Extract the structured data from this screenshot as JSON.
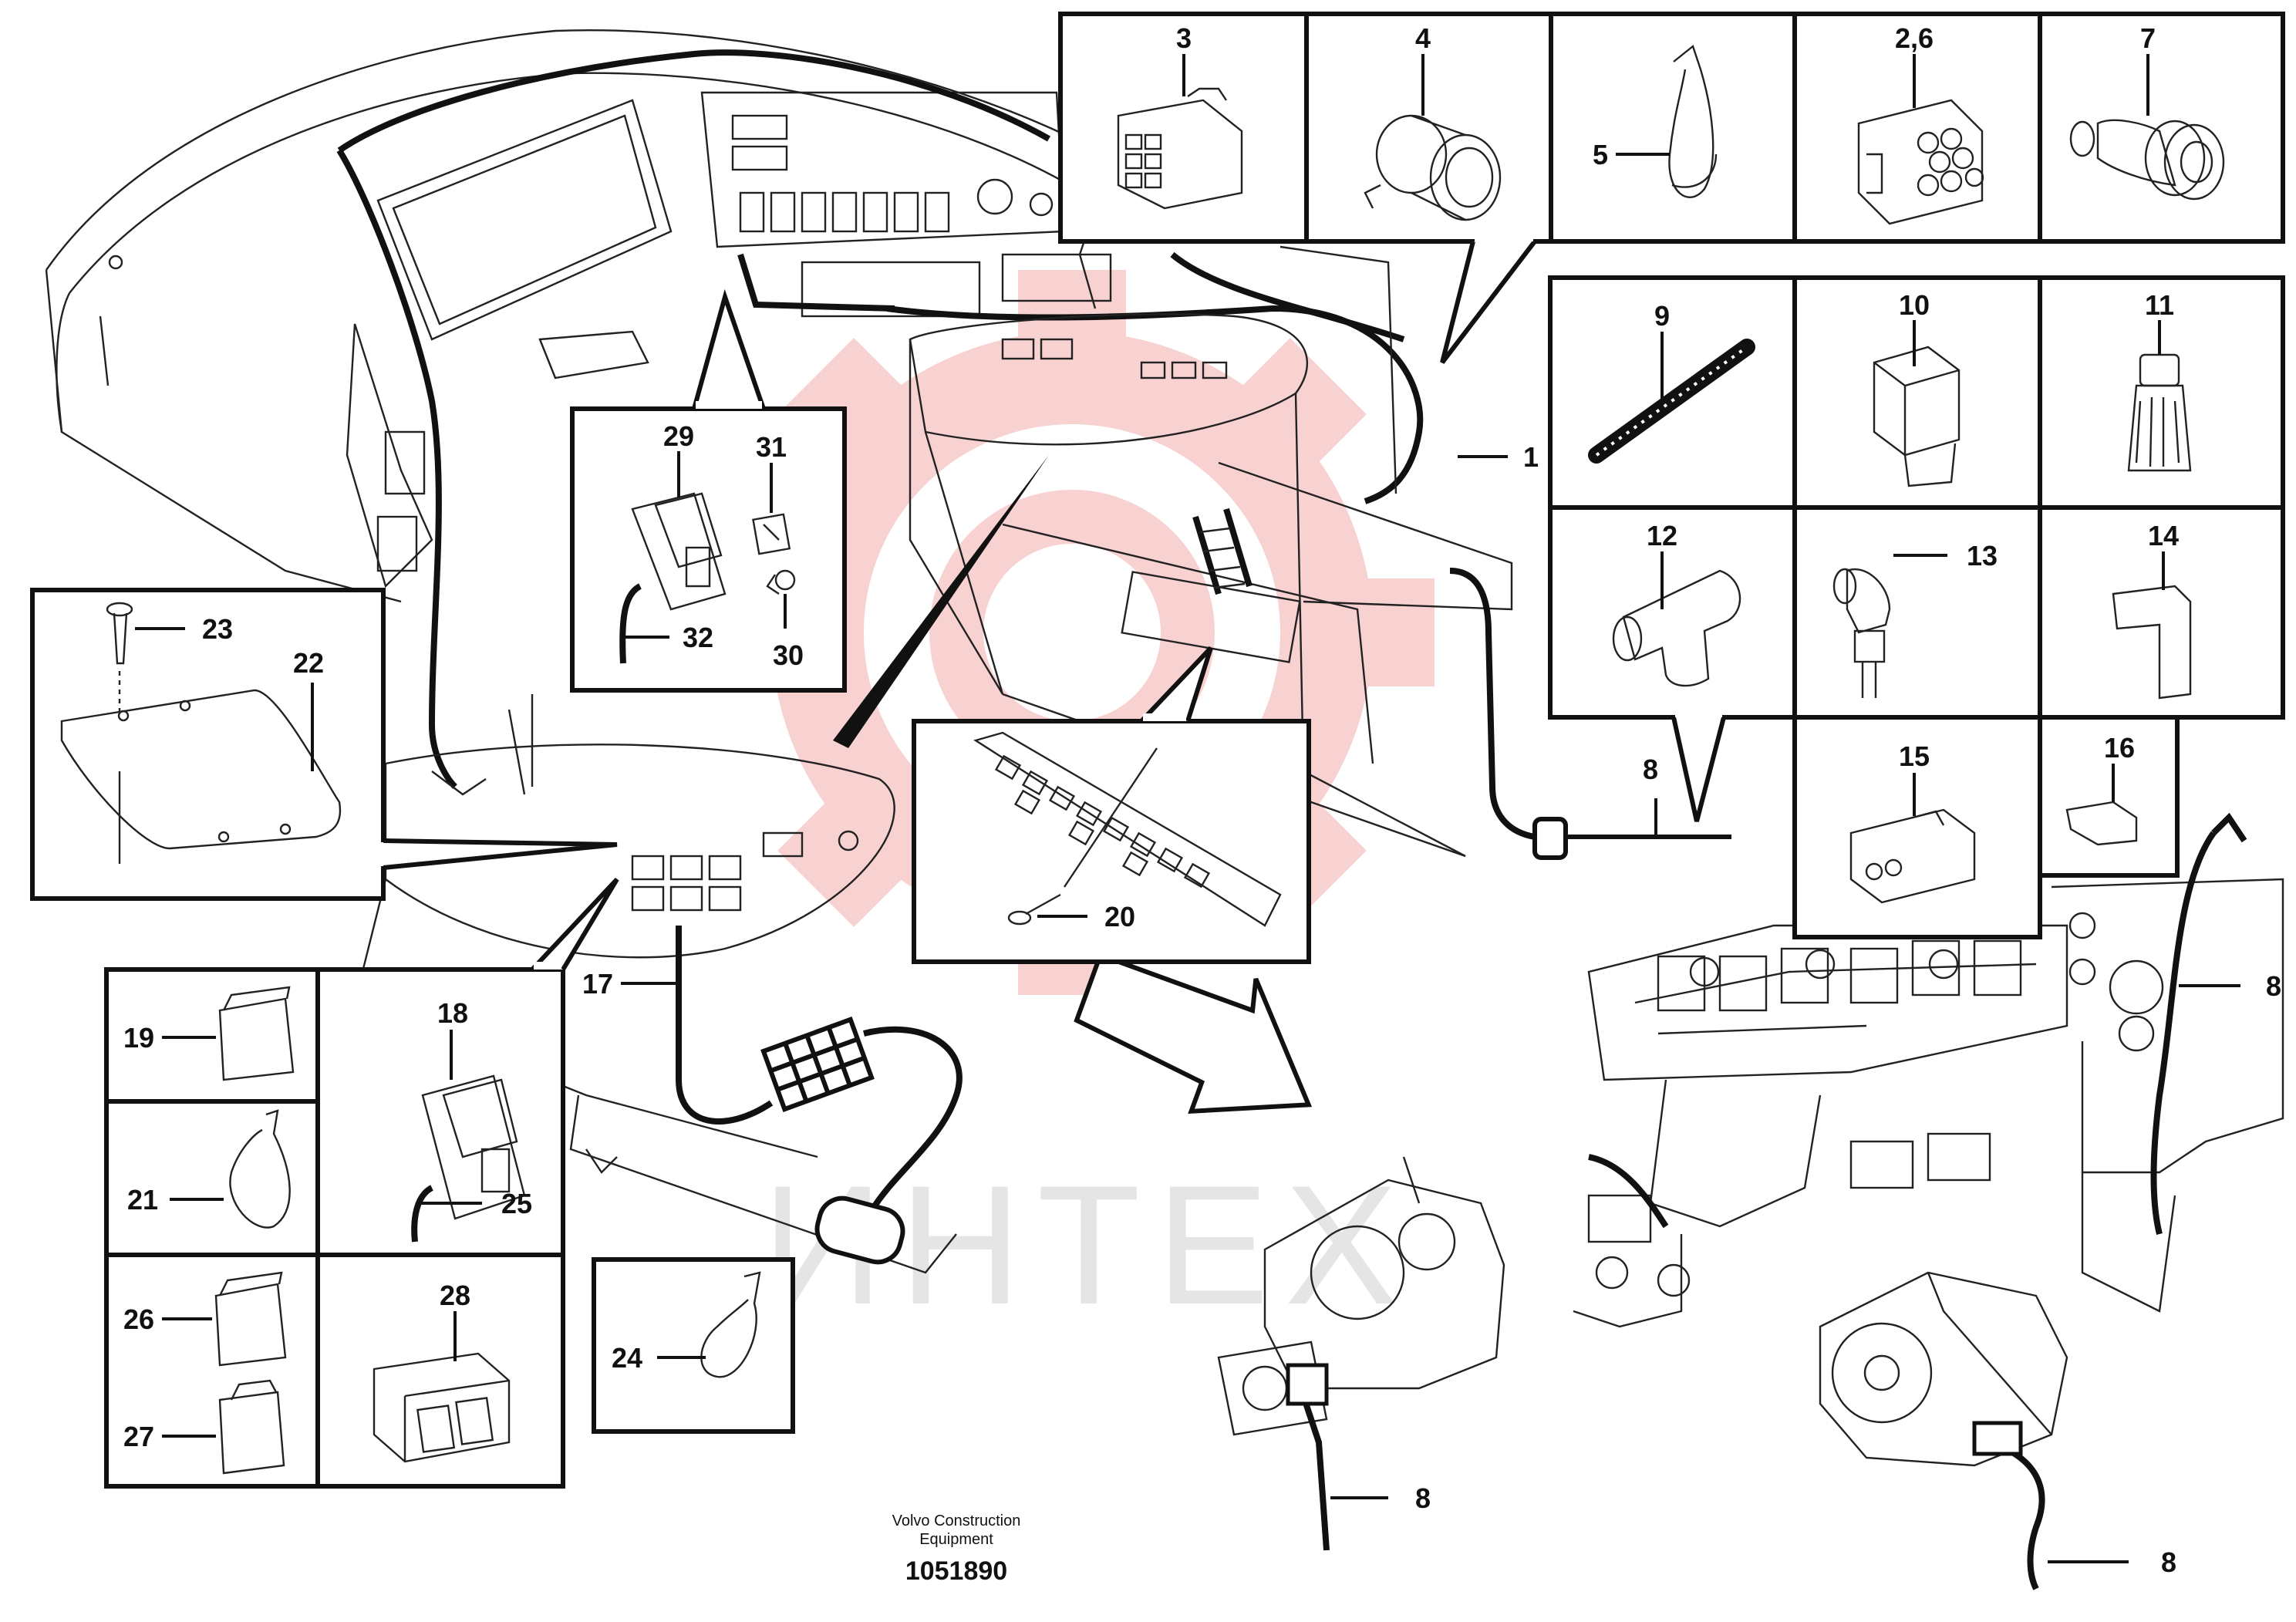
{
  "callouts": {
    "c1": "1",
    "c3": "3",
    "c4": "4",
    "c5": "5",
    "c26a": "2,6",
    "c7": "7",
    "c8a": "8",
    "c8b": "8",
    "c8c": "8",
    "c8d": "8",
    "c9": "9",
    "c10": "10",
    "c11": "11",
    "c12": "12",
    "c13": "13",
    "c14": "14",
    "c15": "15",
    "c16": "16",
    "c17": "17",
    "c18": "18",
    "c19": "19",
    "c20": "20",
    "c21": "21",
    "c22": "22",
    "c23": "23",
    "c24": "24",
    "c25": "25",
    "c26": "26",
    "c27": "27",
    "c28": "28",
    "c29": "29",
    "c30": "30",
    "c31": "31",
    "c32": "32"
  },
  "footer": {
    "maker_line1": "Volvo Construction",
    "maker_line2": "Equipment",
    "drawing_number": "1051890"
  },
  "watermark": {
    "text": "ИНТЕХ",
    "color": "#e03030"
  }
}
